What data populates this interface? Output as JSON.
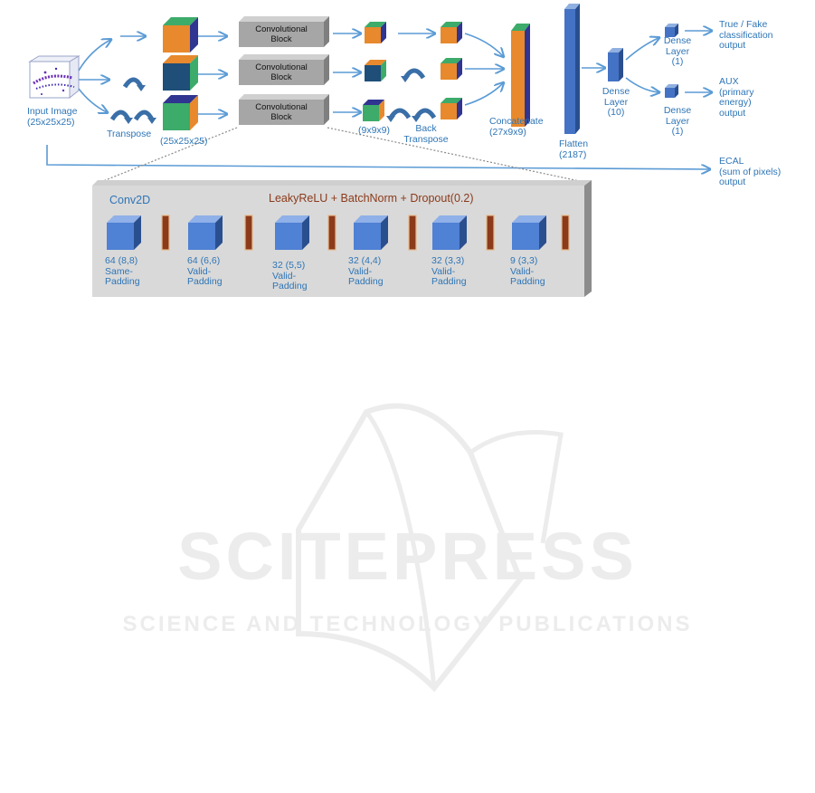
{
  "colors": {
    "arrow": "#5b9bd5",
    "label": "#2e75b6",
    "orange": "#e7892c",
    "green": "#3dab6a",
    "darkblue": "#1f4e79",
    "navy": "#2f3590",
    "blue": "#4472c4",
    "block_gray": "#a6a6a6",
    "leaky_brown": "#8b3a1a",
    "watermark": "#ececec"
  },
  "top": {
    "input_label": "Input Image\n(25x25x25)",
    "transpose_label": "Transpose",
    "size_label_1": "(25x25x25)",
    "conv_block_labels": [
      "Convolutional\nBlock",
      "Convolutional\nBlock",
      "Convolutional\nBlock"
    ],
    "size_label_2": "(9x9x9)",
    "back_transpose_label": "Back\nTranspose",
    "concatenate_label": "Concatenate\n(27x9x9)",
    "flatten_label": "Flatten\n(2187)",
    "dense10_label": "Dense\nLayer\n(10)",
    "dense1a_label": "Dense\nLayer\n(1)",
    "dense1b_label": "Dense\nLayer\n(1)",
    "output1_label": "True / Fake\nclassification\noutput",
    "output2_label": "AUX\n(primary\nenergy)\noutput",
    "ecal_label": "ECAL\n(sum of pixels)\noutput"
  },
  "detail": {
    "conv2d_label": "Conv2D",
    "banner": "LeakyReLU + BatchNorm + Dropout(0.2)",
    "layers": [
      "64 (8,8)\nSame-\nPadding",
      "64 (6,6)\nValid-\nPadding",
      "32 (5,5)\nValid-\nPadding",
      "32 (4,4)\nValid-\nPadding",
      "32 (3,3)\nValid-\nPadding",
      "9 (3,3)\nValid-\nPadding"
    ]
  },
  "watermark": {
    "line1": "SCITEPRESS",
    "line2": "SCIENCE AND TECHNOLOGY PUBLICATIONS"
  }
}
